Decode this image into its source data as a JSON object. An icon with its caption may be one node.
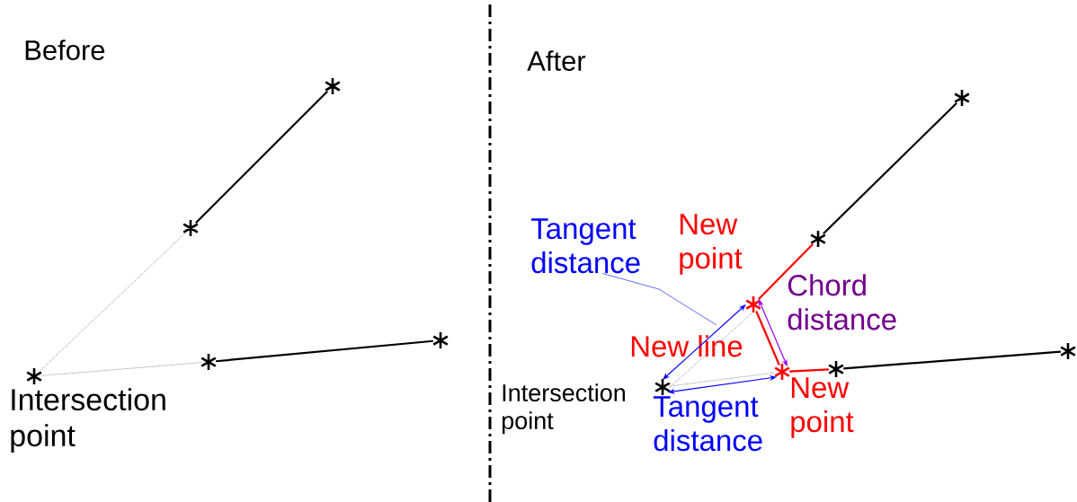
{
  "diagram": {
    "nodes": [
      {
        "text": [],
        "shape": "star"
      },
      {
        "text": [],
        "shape": "star"
      },
      {
        "text": [],
        "shape": "star",
        "beside": [
          "Intersection point"
        ]
      },
      {
        "text": [],
        "shape": "star"
      },
      {
        "text": [],
        "shape": "star"
      },
      {
        "text": [],
        "shape": "star"
      },
      {
        "text": [],
        "shape": "star"
      },
      {
        "text": [],
        "shape": "star",
        "beside": [
          "New point"
        ]
      },
      {
        "text": [],
        "shape": "star",
        "beside": [
          "Intersection point"
        ]
      },
      {
        "text": [],
        "shape": "star",
        "beside": [
          "New point"
        ]
      },
      {
        "text": [],
        "shape": "star"
      },
      {
        "text": [],
        "shape": "star"
      },
      {
        "text": [
          "Tangent distance"
        ]
      }
    ],
    "edges": [
      {
        "from": 0,
        "to": 1,
        "arrow": "none"
      },
      {
        "from": 1,
        "to": 2,
        "arrow": "none",
        "style": "dashed",
        "color": "#808080"
      },
      {
        "from": 2,
        "to": 3,
        "arrow": "none",
        "style": "dashed",
        "color": "#808080"
      },
      {
        "from": 3,
        "to": 4,
        "arrow": "none"
      },
      {
        "from": 5,
        "to": 6,
        "arrow": "none"
      },
      {
        "from": 6,
        "to": 7,
        "arrow": "none",
        "color": "#ff0000"
      },
      {
        "from": 7,
        "to": 9,
        "arrow": "none",
        "color": "#ff0000"
      },
      {
        "from": 9,
        "to": 10,
        "arrow": "none",
        "color": "#ff0000"
      },
      {
        "from": 10,
        "to": 11,
        "arrow": "none"
      },
      {
        "from": 8,
        "to": 7,
        "arrow": "none",
        "style": "dashed",
        "color": "#808080"
      },
      {
        "from": 8,
        "to": 9,
        "arrow": "none",
        "style": "dashed",
        "color": "#808080"
      },
      {
        "from": 12,
        "to": null,
        "arrow": "none",
        "color": "#0000ff"
      },
      {
        "from": 8,
        "to": 7,
        "arrow": "both",
        "color": "#0000ff"
      },
      {
        "from": 8,
        "to": 9,
        "arrow": "both",
        "color": "#0000ff",
        "label": "Tangent distance"
      },
      {
        "from": 7,
        "to": 9,
        "arrow": "both",
        "color": "#9900ff",
        "label": "Chord distance"
      }
    ],
    "labels": [
      "Before",
      "After",
      "New line"
    ]
  }
}
